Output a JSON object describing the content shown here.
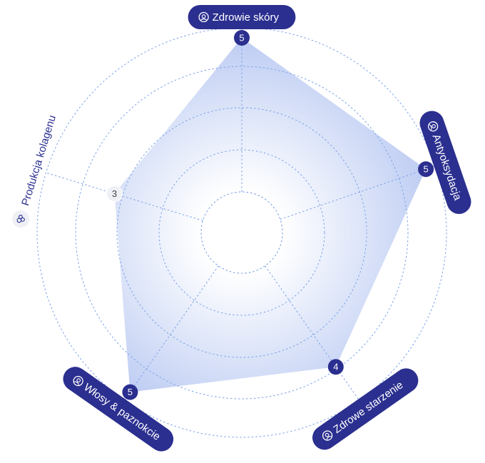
{
  "chart_data": {
    "type": "radar",
    "title": "",
    "axes": [
      {
        "label": "Zdrowie skóry",
        "value": 5,
        "icon": "face-icon",
        "highlighted": true
      },
      {
        "label": "Antyoksydacja",
        "value": 5,
        "icon": "sun-icon",
        "highlighted": true
      },
      {
        "label": "Zdrowe starzenie",
        "value": 4,
        "icon": "hands-heart-icon",
        "highlighted": true
      },
      {
        "label": "Włosy & paznokcie",
        "value": 5,
        "icon": "head-hair-icon",
        "highlighted": true
      },
      {
        "label": "Produkcja kolagenu",
        "value": 3,
        "icon": "cells-icon",
        "highlighted": false
      }
    ],
    "rmax": 5,
    "grid": true,
    "colors": {
      "fill_light": "#ffffff",
      "fill_dark": "#b8c8f2",
      "accent": "#2b2f8f",
      "grid": "#7aa2e8",
      "muted_marker": "#eef0f5"
    }
  }
}
